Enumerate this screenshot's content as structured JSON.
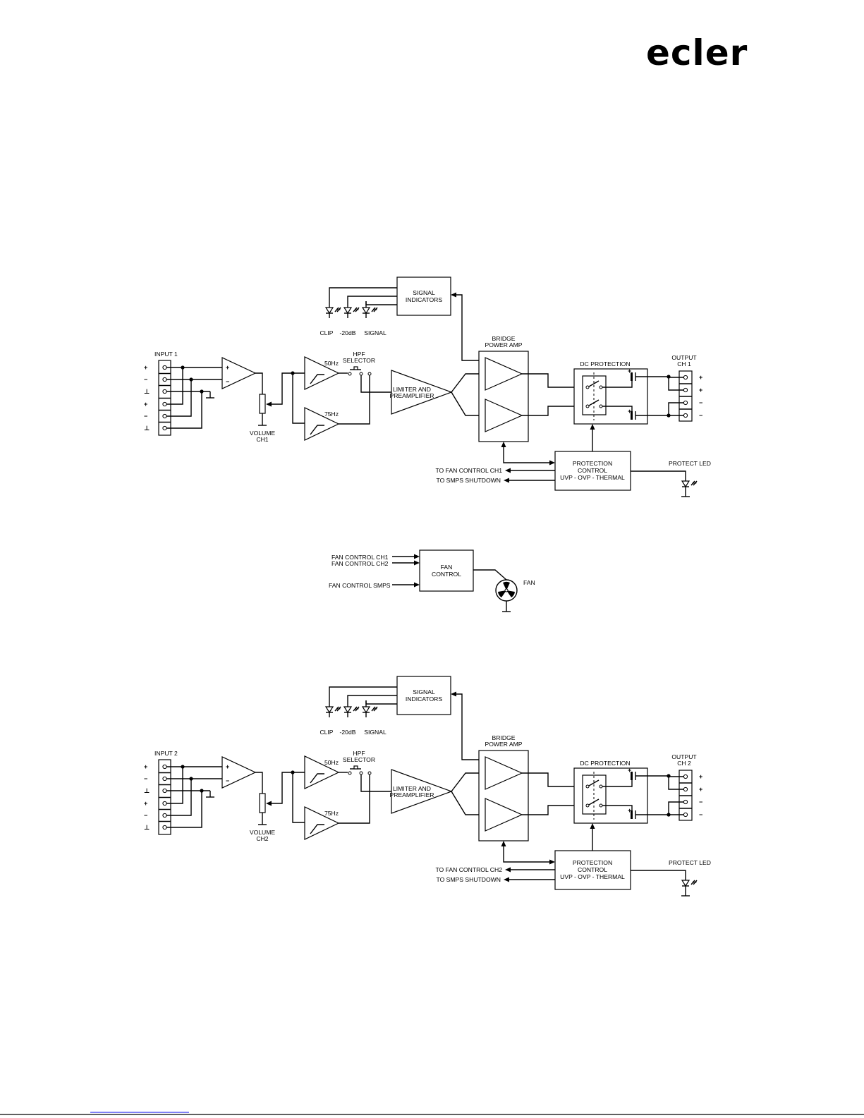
{
  "brand": {
    "logo_text": "ecler"
  },
  "channels": [
    {
      "input_label": "INPUT 1",
      "input_signs": [
        "+",
        "−",
        "⊥",
        "+",
        "−",
        "⊥"
      ],
      "volume_label": [
        "VOLUME",
        "CH1"
      ],
      "hpf_50": "50Hz",
      "hpf_75": "75Hz",
      "hpf_selector": [
        "HPF",
        "SELECTOR"
      ],
      "limiter": [
        "LIMITER AND",
        "PREAMPLIFIER"
      ],
      "signal_indicators": [
        "SIGNAL",
        "INDICATORS"
      ],
      "leds": [
        "CLIP",
        "-20dB",
        "SIGNAL"
      ],
      "bridge": [
        "BRIDGE",
        "POWER AMP"
      ],
      "dc_protection": "DC PROTECTION",
      "output_label": [
        "OUTPUT",
        "CH 1"
      ],
      "output_signs": [
        "+",
        "+",
        "−",
        "−"
      ],
      "protection": [
        "PROTECTION",
        "CONTROL",
        "UVP - OVP - THERMAL"
      ],
      "to_fan": "TO FAN CONTROL CH1",
      "to_smps": "TO SMPS SHUTDOWN",
      "protect_led": "PROTECT LED",
      "amp_plus": "+",
      "amp_minus": "−"
    },
    {
      "input_label": "INPUT 2",
      "input_signs": [
        "+",
        "−",
        "⊥",
        "+",
        "−",
        "⊥"
      ],
      "volume_label": [
        "VOLUME",
        "CH2"
      ],
      "hpf_50": "50Hz",
      "hpf_75": "75Hz",
      "hpf_selector": [
        "HPF",
        "SELECTOR"
      ],
      "limiter": [
        "LIMITER AND",
        "PREAMPLIFIER"
      ],
      "signal_indicators": [
        "SIGNAL",
        "INDICATORS"
      ],
      "leds": [
        "CLIP",
        "-20dB",
        "SIGNAL"
      ],
      "bridge": [
        "BRIDGE",
        "POWER AMP"
      ],
      "dc_protection": "DC PROTECTION",
      "output_label": [
        "OUTPUT",
        "CH 2"
      ],
      "output_signs": [
        "+",
        "+",
        "−",
        "−"
      ],
      "protection": [
        "PROTECTION",
        "CONTROL",
        "UVP - OVP - THERMAL"
      ],
      "to_fan": "TO FAN CONTROL CH2",
      "to_smps": "TO SMPS SHUTDOWN",
      "protect_led": "PROTECT LED",
      "amp_plus": "+",
      "amp_minus": "−"
    }
  ],
  "fan": {
    "inputs": [
      "FAN CONTROL CH1",
      "FAN CONTROL CH2",
      "FAN CONTROL SMPS"
    ],
    "block": [
      "FAN",
      "CONTROL"
    ],
    "fan_label": "FAN"
  },
  "colors": {
    "line": "#000000",
    "link_underline": "#0000ee"
  }
}
